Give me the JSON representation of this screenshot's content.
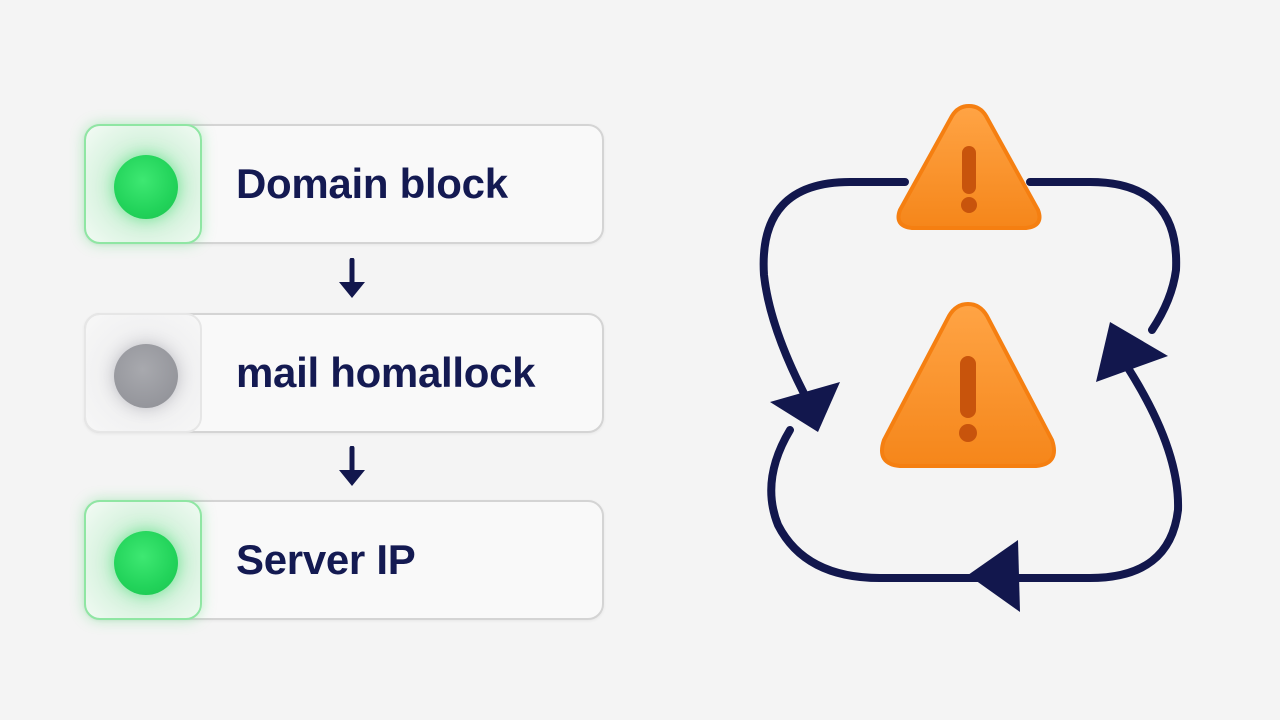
{
  "steps": [
    {
      "label": "Domain block",
      "status": "ok"
    },
    {
      "label": "mail homallock",
      "status": "idle"
    },
    {
      "label": "Server IP",
      "status": "ok"
    }
  ],
  "icons": {
    "status_ok": "green-dot-icon",
    "status_idle": "gray-dot-icon",
    "flow_arrow": "arrow-down-icon",
    "cycle": "cycle-arrows-icon",
    "warning": "warning-triangle-icon"
  },
  "colors": {
    "ok": "#22d35a",
    "idle": "#95969c",
    "text": "#141a52",
    "cycle_stroke": "#12174d",
    "warning": "#f7931e"
  }
}
